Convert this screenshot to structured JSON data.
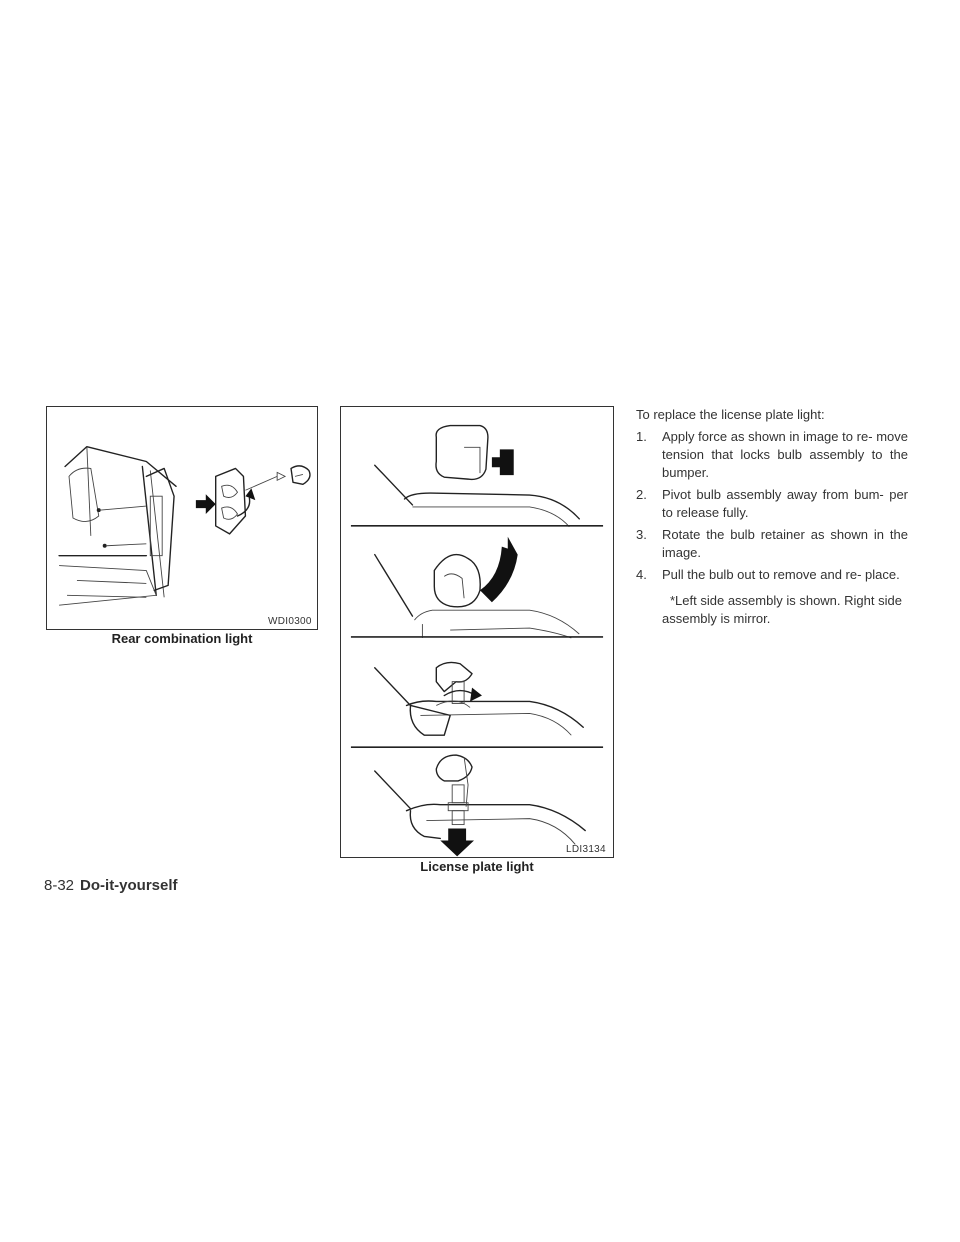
{
  "figures": {
    "rear": {
      "code": "WDI0300",
      "caption": "Rear combination light"
    },
    "license": {
      "code": "LDI3134",
      "caption": "License plate light"
    }
  },
  "instructions": {
    "intro": "To replace the license plate light:",
    "steps": [
      {
        "num": "1.",
        "text": "Apply force as shown in image to re- move tension that locks bulb assembly to the bumper."
      },
      {
        "num": "2.",
        "text": "Pivot bulb assembly away from bum- per to release fully."
      },
      {
        "num": "3.",
        "text": "Rotate the bulb retainer as shown in the image."
      },
      {
        "num": "4.",
        "text": "Pull the bulb out to remove and re- place."
      }
    ],
    "note": "*Left side assembly is shown. Right side assembly is mirror."
  },
  "footer": {
    "page": "8-32",
    "section": "Do-it-yourself"
  }
}
